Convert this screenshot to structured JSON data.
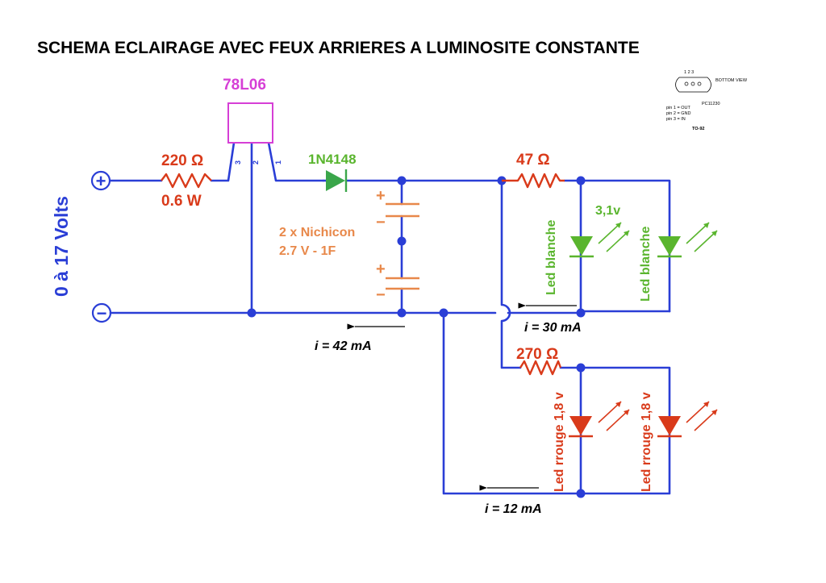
{
  "title": "SCHEMA ECLAIRAGE  AVEC FEUX ARRIERES A LUMINOSITE CONSTANTE",
  "supply": {
    "label": "0 à 17 Volts",
    "plus": "+",
    "minus": "−"
  },
  "regulator": {
    "name": "78L06",
    "pin3": "3",
    "pin2": "2",
    "pin1": "1"
  },
  "resistor_input": {
    "value": "220 Ω",
    "power": "0.6 W"
  },
  "diode": {
    "name": "1N4148"
  },
  "capacitors": {
    "line1": "2 x Nichicon",
    "line2": "2.7 V - 1F",
    "plus1": "+",
    "minus1": "−",
    "plus2": "+",
    "minus2": "−"
  },
  "resistor_white": {
    "value": "47 Ω"
  },
  "resistor_red": {
    "value": "270 Ω"
  },
  "white_leds": {
    "label1": "Led blanche",
    "label2": "Led blanche",
    "voltage": "3,1v"
  },
  "red_leds": {
    "label1": "Led rrouge 1,8 v",
    "label2": "Led rrouge 1,8 v"
  },
  "currents": {
    "main": "i = 42 mA",
    "white": "i = 30 mA",
    "red": "i = 12 mA"
  },
  "pinout": {
    "numbers": "1 2 3",
    "view": "BOTTOM VIEW",
    "code": "PC11230",
    "pin1": "pin 1 = OUT",
    "pin2": "pin 2 = GND",
    "pin3": "pin 3 = IN",
    "package": "TO-92"
  },
  "colors": {
    "wire": "#2a3ed6",
    "red": "#d93a1a",
    "green": "#5ab52e",
    "orange": "#e8884a",
    "magenta": "#d63fd6"
  }
}
